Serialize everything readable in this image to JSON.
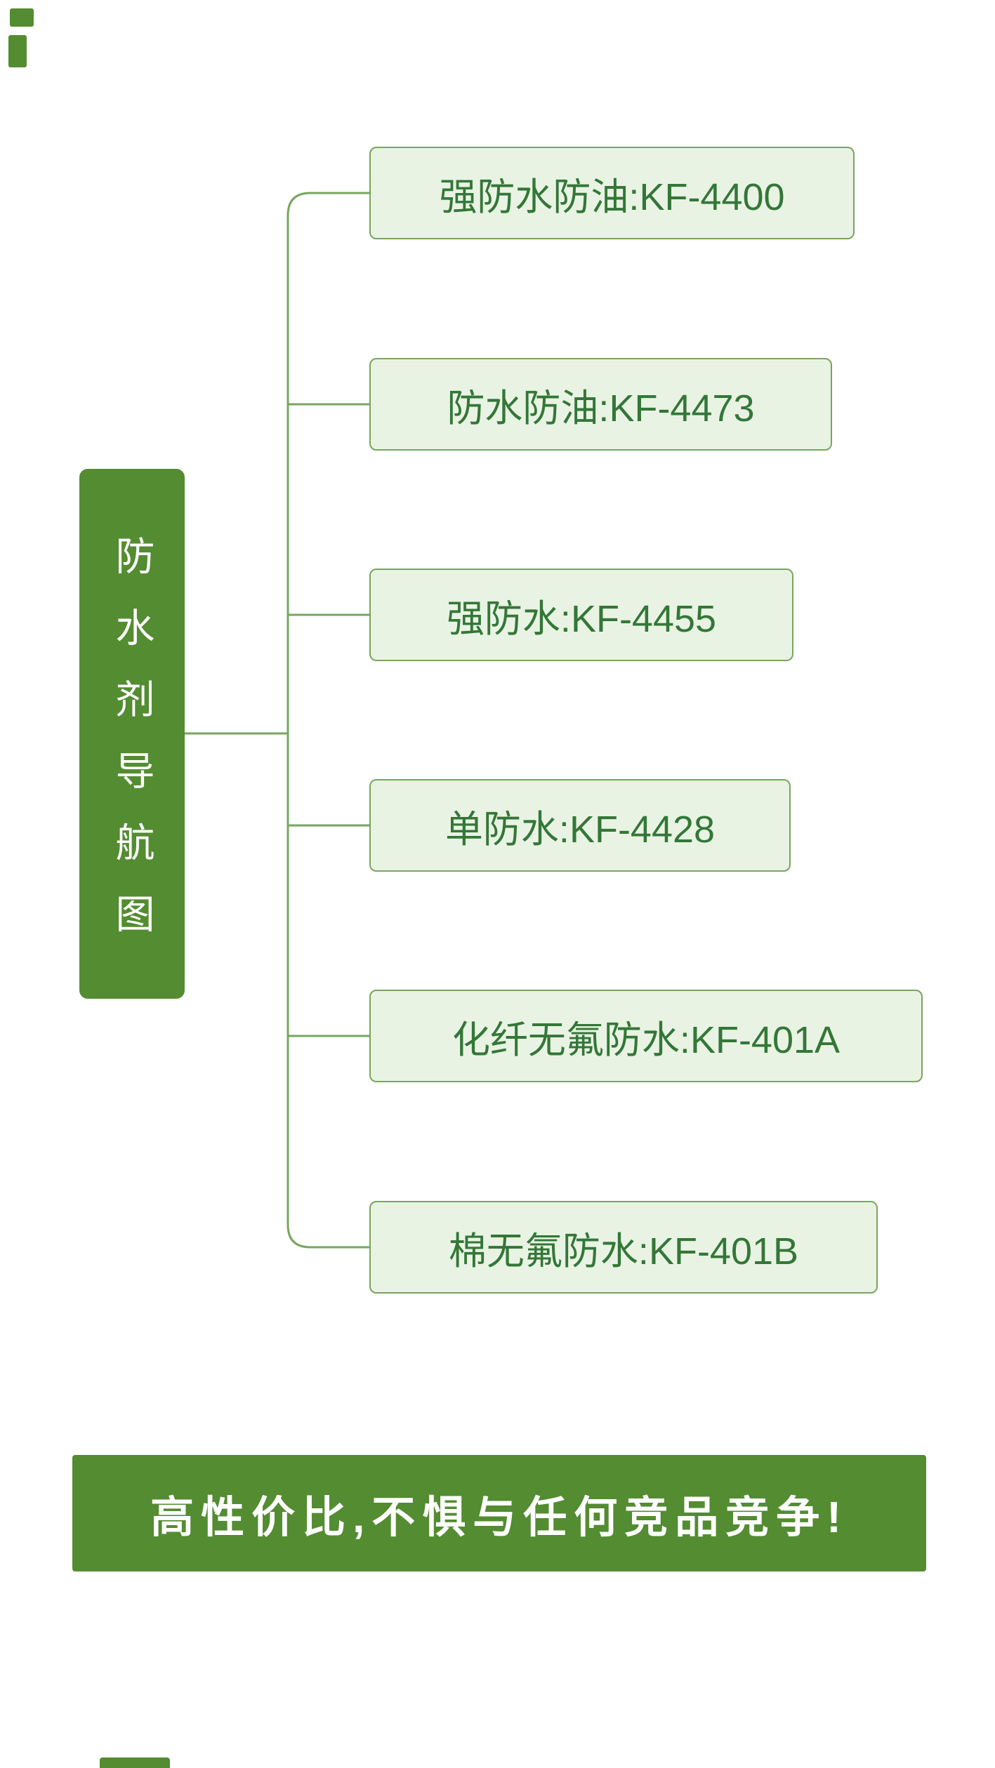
{
  "root": {
    "label": "防水剂导航图"
  },
  "nodes": [
    {
      "label": "强防水防油:KF-4400"
    },
    {
      "label": "防水防油:KF-4473"
    },
    {
      "label": "强防水:KF-4455"
    },
    {
      "label": "单防水:KF-4428"
    },
    {
      "label": "化纤无氟防水:KF-401A"
    },
    {
      "label": "棉无氟防水:KF-401B"
    }
  ],
  "banner": {
    "label": "高性价比,不惧与任何竞品竞争!"
  },
  "colors": {
    "green": "#538c31",
    "node_fill": "#e9f3e3",
    "node_border": "#77a65f",
    "node_text": "#337738"
  }
}
